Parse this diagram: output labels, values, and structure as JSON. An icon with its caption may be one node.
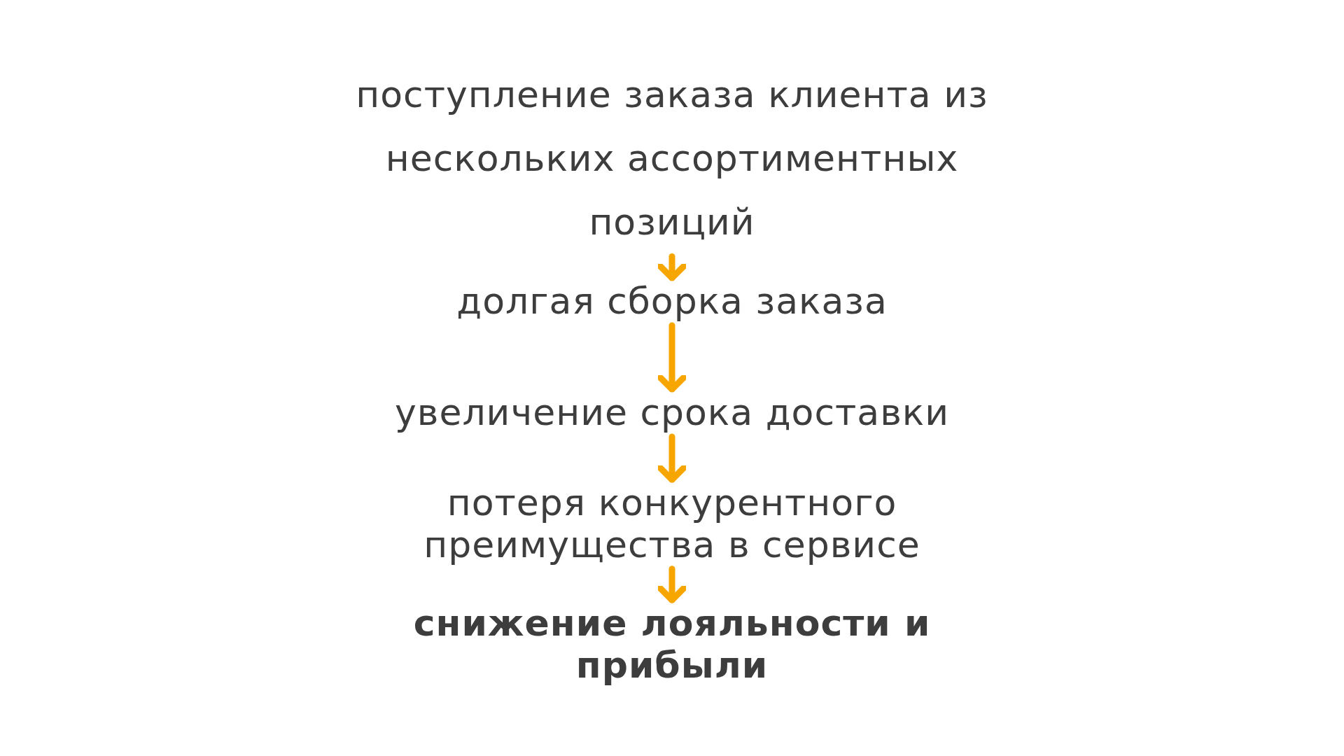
{
  "diagram": {
    "nodes": [
      {
        "text": [
          "поступление заказа клиента из нескольких ассортиментных позиций"
        ]
      },
      {
        "text": [
          "долгая сборка заказа"
        ]
      },
      {
        "text": [
          "увеличение срока доставки"
        ]
      },
      {
        "text": [
          "потеря конкурентного преимущества в сервисе"
        ]
      },
      {
        "text": [
          "снижение лояльности и прибыли"
        ]
      }
    ],
    "edges": [
      {
        "from": 0,
        "to": 1,
        "arrow": "to"
      },
      {
        "from": 1,
        "to": 2,
        "arrow": "to"
      },
      {
        "from": 2,
        "to": 3,
        "arrow": "to"
      },
      {
        "from": 3,
        "to": 4,
        "arrow": "to"
      }
    ]
  }
}
